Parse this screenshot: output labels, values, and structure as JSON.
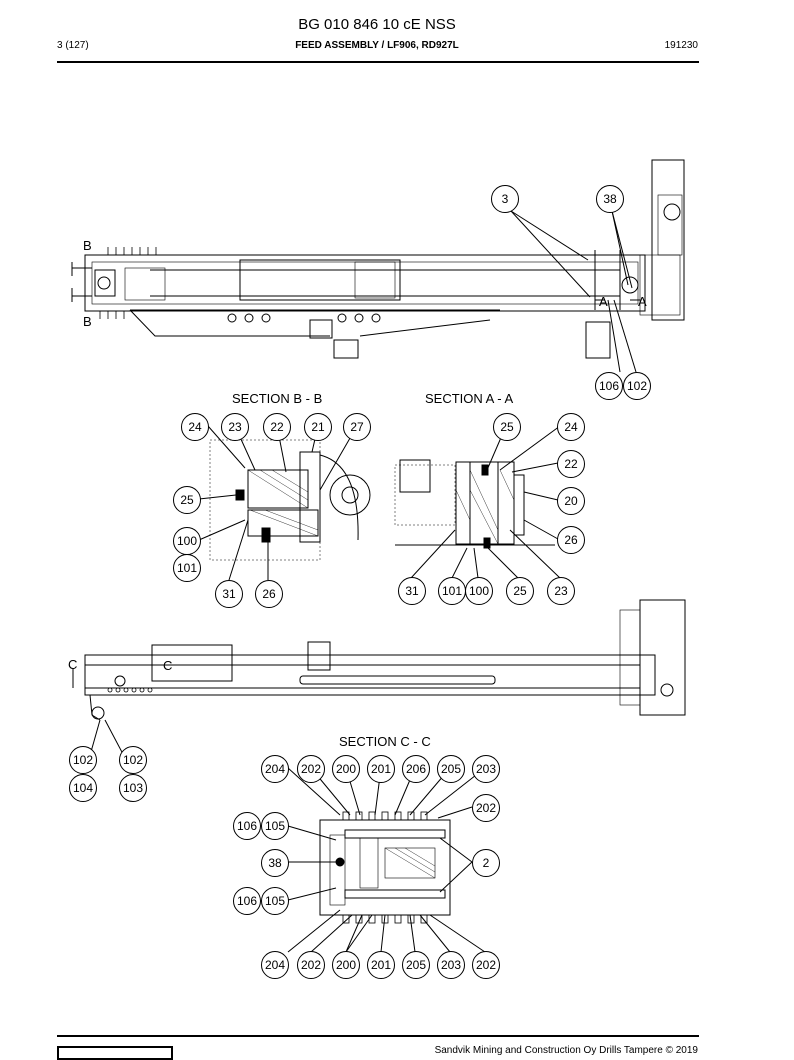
{
  "header": {
    "title": "BG 010 846 10 cE NSS",
    "page": "3 (127)",
    "subtitle": "FEED ASSEMBLY / LF906, RD927L",
    "date": "191230"
  },
  "footer": {
    "copyright": "Sandvik Mining and Construction Oy Drills Tampere © 2019"
  },
  "sections": {
    "bb": "SECTION B - B",
    "aa": "SECTION A - A",
    "cc": "SECTION C - C"
  },
  "letters": {
    "b1": "B",
    "b2": "B",
    "a1": "A",
    "a2": "A",
    "c1": "C",
    "c2": "C"
  },
  "callouts": {
    "top_3": "3",
    "top_38": "38",
    "top_106": "106",
    "top_102": "102",
    "bb_24": "24",
    "bb_23": "23",
    "bb_22": "22",
    "bb_21": "21",
    "bb_27": "27",
    "bb_25": "25",
    "bb_100": "100",
    "bb_101": "101",
    "bb_31": "31",
    "bb_26": "26",
    "aa_25a": "25",
    "aa_24": "24",
    "aa_22": "22",
    "aa_20": "20",
    "aa_26": "26",
    "aa_31": "31",
    "aa_101": "101",
    "aa_100": "100",
    "aa_25b": "25",
    "aa_23": "23",
    "mid_102a": "102",
    "mid_104": "104",
    "mid_102b": "102",
    "mid_103": "103",
    "cc_204a": "204",
    "cc_202a": "202",
    "cc_200a": "200",
    "cc_201a": "201",
    "cc_206": "206",
    "cc_205a": "205",
    "cc_203a": "203",
    "cc_202b": "202",
    "cc_106a": "106",
    "cc_105a": "105",
    "cc_38": "38",
    "cc_2": "2",
    "cc_106b": "106",
    "cc_105b": "105",
    "cc_204b": "204",
    "cc_202c": "202",
    "cc_200b": "200",
    "cc_201b": "201",
    "cc_205b": "205",
    "cc_203b": "203",
    "cc_202d": "202"
  }
}
